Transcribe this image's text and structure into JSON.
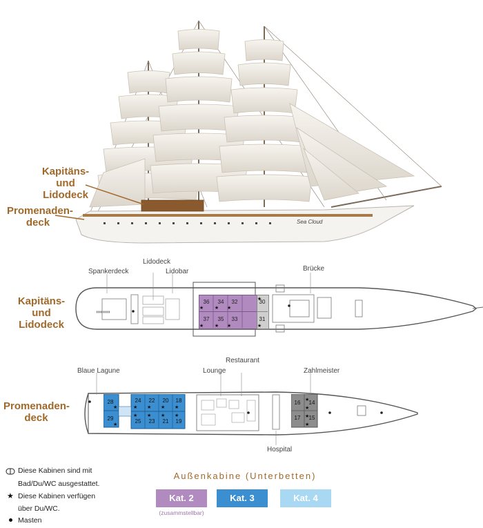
{
  "ship": {
    "name_on_hull": "Sea Cloud",
    "label_upper": [
      "Kapitäns-",
      "und",
      "Lidodeck"
    ],
    "label_lower": [
      "Promenaden-",
      "deck"
    ]
  },
  "upper_deck": {
    "title": [
      "Kapitäns-",
      "und",
      "Lidodeck"
    ],
    "labels": {
      "spankerdeck": "Spankerdeck",
      "lidodeck": "Lidodeck",
      "lidobar": "Lidobar",
      "bruecke": "Brücke"
    },
    "cabins": [
      "36",
      "34",
      "32",
      "30",
      "37",
      "35",
      "33",
      "31"
    ]
  },
  "lower_deck": {
    "title": [
      "Promenaden-",
      "deck"
    ],
    "labels": {
      "blaue_lagune": "Blaue Lagune",
      "lounge": "Lounge",
      "restaurant": "Restaurant",
      "zahlmeister": "Zahlmeister",
      "hospital": "Hospital"
    },
    "cabins_kat3": [
      "28",
      "24",
      "22",
      "20",
      "18",
      "29",
      "25",
      "23",
      "21",
      "19"
    ],
    "cabins_grey": [
      "16",
      "14",
      "17",
      "15"
    ]
  },
  "legend": {
    "line1": "Diese Kabinen sind mit",
    "line2": "Bad/Du/WC ausgestattet.",
    "line3": "Diese Kabinen verfügen",
    "line4": "über Du/WC.",
    "line5": "Masten"
  },
  "categories": {
    "heading": "Außenkabine (Unterbetten)",
    "kat2": "Kat. 2",
    "kat2_note": "(zusammstellbar)",
    "kat3": "Kat. 3",
    "kat4": "Kat. 4"
  },
  "colors": {
    "accent": "#a0692a",
    "kat2": "#b18ac0",
    "kat3": "#3b8fd1",
    "kat4": "#a9d9f2",
    "grey_cabin": "#8d8d8d"
  }
}
